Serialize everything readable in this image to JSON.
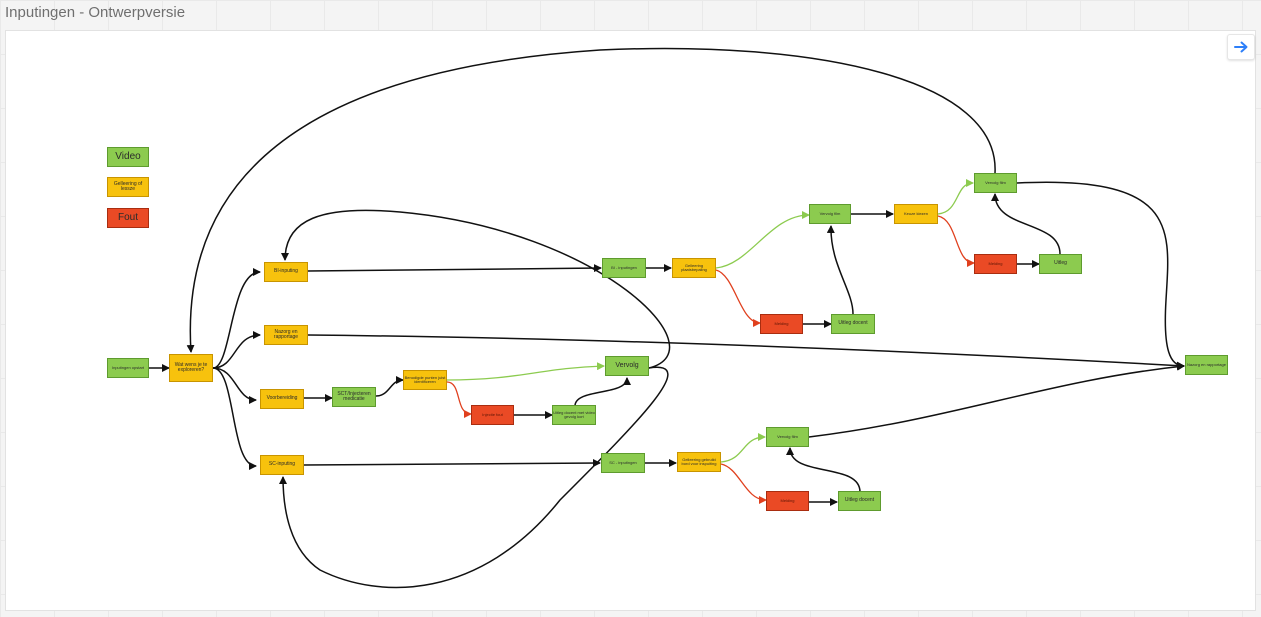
{
  "page": {
    "title": "Inputingen - Ontwerpversie"
  },
  "legend": {
    "video": "Video",
    "lecture": "Gelleering of lessze",
    "fault": "Fout"
  },
  "nodes": {
    "start": "Inputingen opstart",
    "question": "Wat wens je te exploreren?",
    "bi_input": "BI-inputing",
    "nazorg": "Nazorg en rapportage",
    "voorbereiding": "Voorbereiding",
    "sct_med": "SCT/Injecteren medicatie",
    "kiezen": "Benodigde punten juist identificeren",
    "fout_mid": "Injectie fout",
    "uitleg_mid": "Uitleg docent met video gevolg kort",
    "vervolg_mid": "Vervolg",
    "sc_input": "SC-inputing",
    "bi_inputing2": "BI - inputingen",
    "uitleg_bi": "Gelleering plaatsbepaling",
    "vervolg_film1": "Vervolg film",
    "melding1": "Melding",
    "uitleg_docent1": "Uitleg docent",
    "keuze": "Keuze kiezen",
    "vervolg_film2": "Vervolg film",
    "melding2": "Melding",
    "uitleg2": "Uitleg",
    "sc_inputing2": "SC - inputingen",
    "uitleg_sc": "Gelleering gebruikt bord voor inspuiting",
    "vervolg_film3": "Vervolg film",
    "melding3": "Melding",
    "uitleg_docent3": "Uitleg docent",
    "end": "Nazorg en rapportage"
  },
  "colors": {
    "video": "#8ccb4f",
    "lecture": "#f7c20d",
    "fault": "#ea4a25",
    "edge_default": "#111111",
    "edge_success": "#8ccb4f",
    "edge_error": "#e0401e",
    "accent": "#2d7ff9"
  },
  "icons": {
    "expand": "arrow-right-icon"
  }
}
